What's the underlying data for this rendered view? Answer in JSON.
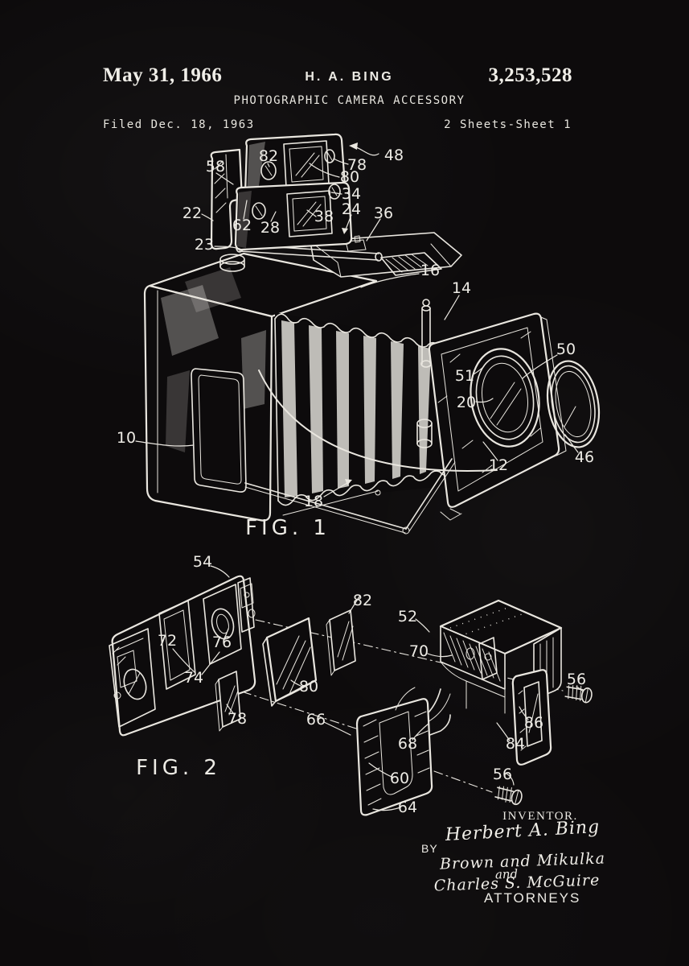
{
  "page": {
    "background_color": "#0d0b0c",
    "ink_color": "#e9e6df"
  },
  "header": {
    "date": "May 31, 1966",
    "inventor_name": "H. A. BING",
    "patent_number": "3,253,528",
    "title": "PHOTOGRAPHIC CAMERA ACCESSORY",
    "filed": "Filed Dec. 18, 1963",
    "sheet_info": "2 Sheets-Sheet 1"
  },
  "figure1": {
    "caption": "FIG. 1",
    "labels": {
      "l10": "10",
      "l12": "12",
      "l14": "14",
      "l16": "16",
      "l18": "18",
      "l20": "20",
      "l22": "22",
      "l23": "23",
      "l24": "24",
      "l28": "28",
      "l34": "34",
      "l36": "36",
      "l38": "38",
      "l46": "46",
      "l48": "48",
      "l50": "50",
      "l51": "51",
      "l58": "58",
      "l62": "62",
      "l78": "78",
      "l80": "80",
      "l82": "82"
    }
  },
  "figure2": {
    "caption": "FIG. 2",
    "labels": {
      "l52": "52",
      "l54": "54",
      "l56a": "56",
      "l56b": "56",
      "l60": "60",
      "l64": "64",
      "l66": "66",
      "l68": "68",
      "l70": "70",
      "l72": "72",
      "l74": "74",
      "l76": "76",
      "l78": "78",
      "l80": "80",
      "l82": "82",
      "l84": "84",
      "l86": "86"
    }
  },
  "signature": {
    "inventor_heading": "INVENTOR.",
    "inventor_name_script": "Herbert A. Bing",
    "by_label": "BY",
    "attorney_line1": "Brown and Mikulka",
    "attorney_line2": "and",
    "attorney_line3": "Charles S. McGuire",
    "attorneys_heading": "ATTORNEYS"
  }
}
